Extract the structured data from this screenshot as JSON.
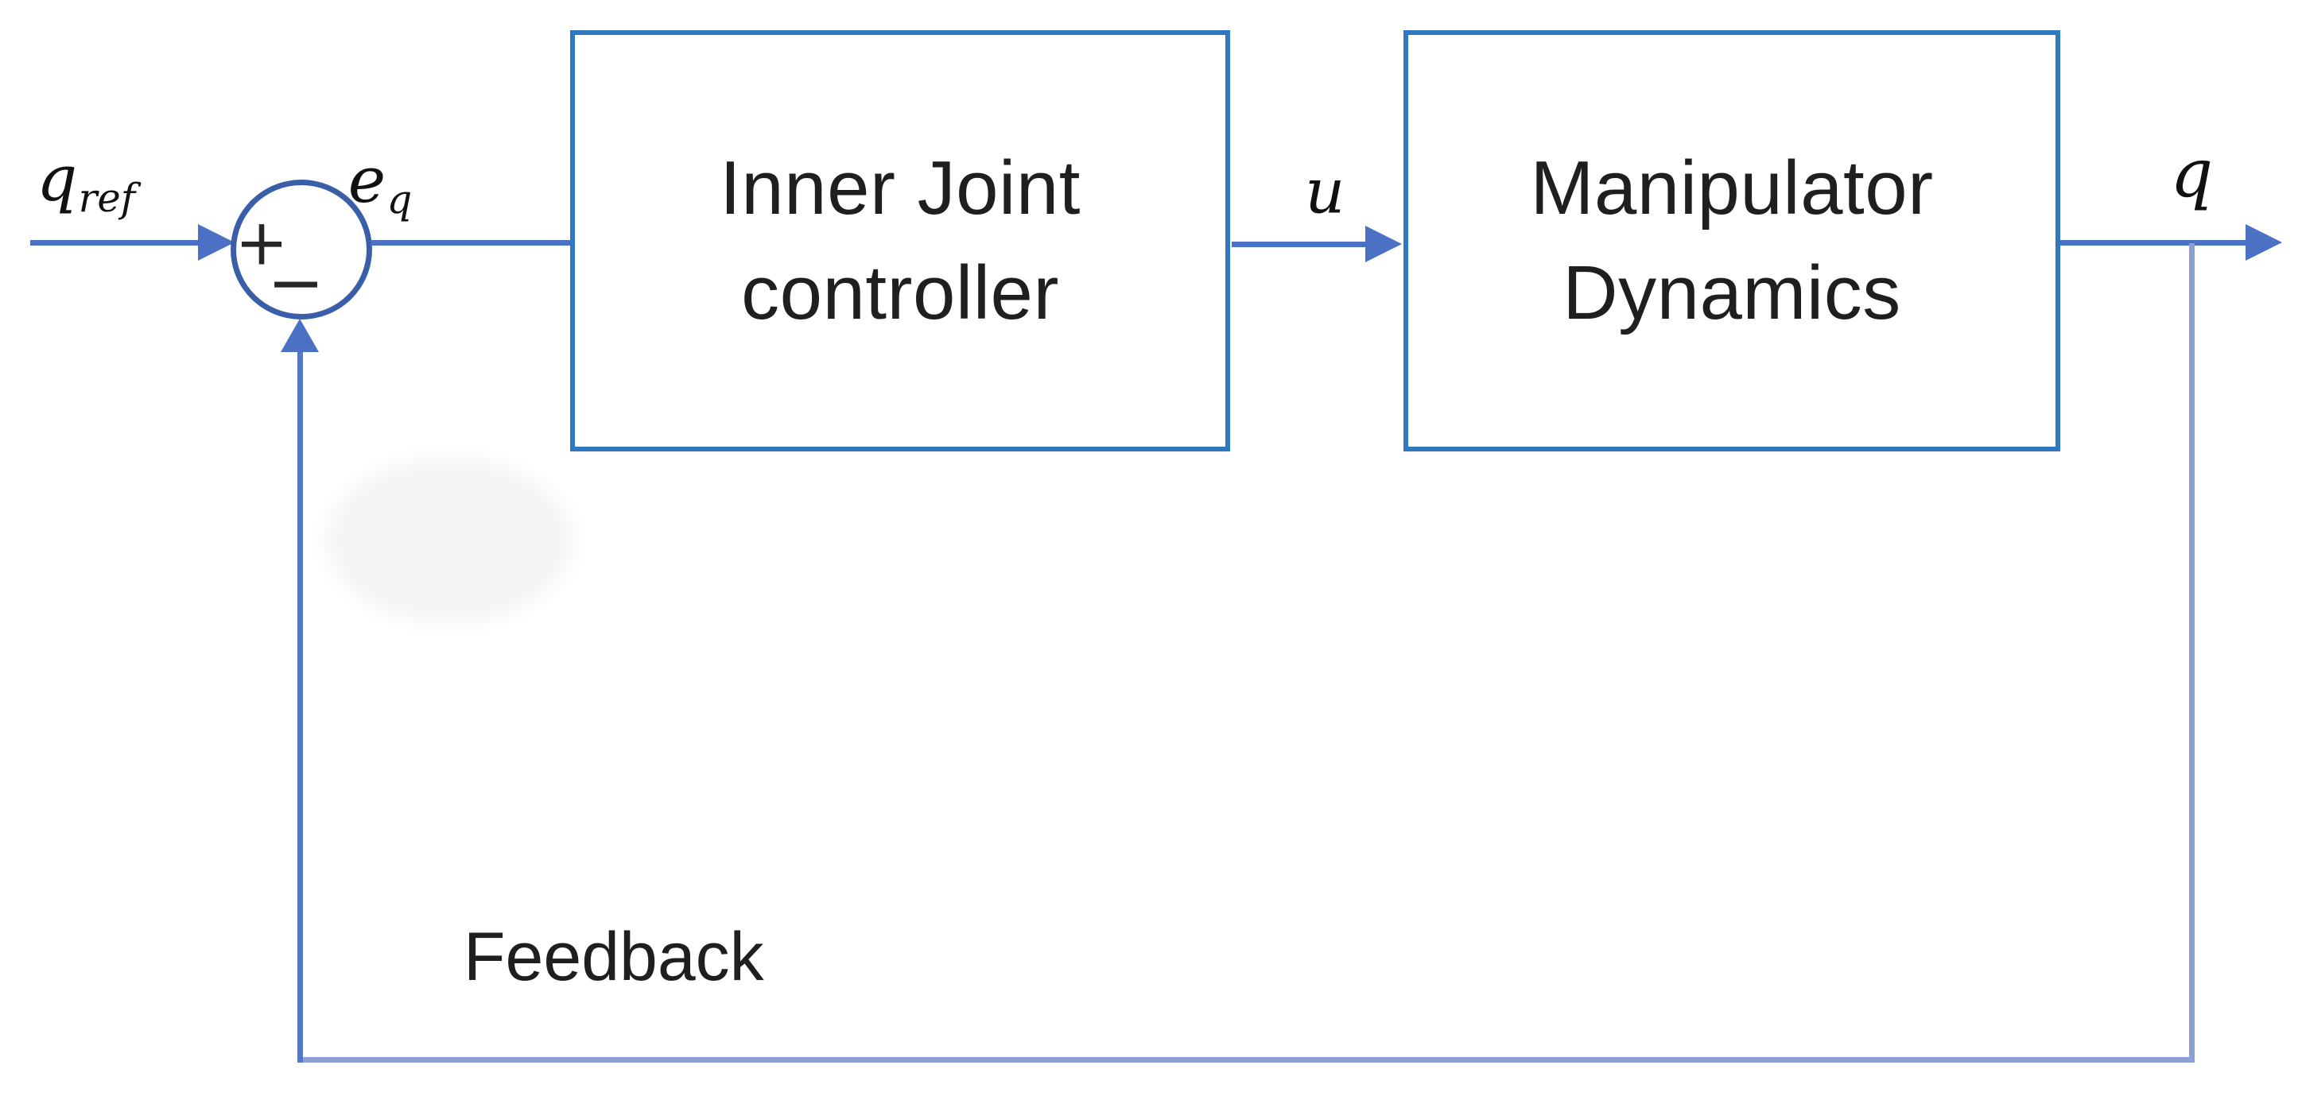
{
  "diagram": {
    "sum_junction": {
      "plus": "+",
      "minus": "−"
    },
    "labels": {
      "reference": {
        "base": "q",
        "sub": "ref"
      },
      "error": {
        "base": "e",
        "sub": "q"
      },
      "control": {
        "base": "u",
        "sub": ""
      },
      "output": {
        "base": "q",
        "sub": ""
      },
      "feedback": "Feedback"
    },
    "blocks": [
      {
        "id": "inner-joint-controller",
        "lines": [
          "Inner Joint",
          "controller"
        ]
      },
      {
        "id": "manipulator-dynamics",
        "lines": [
          "Manipulator",
          "Dynamics"
        ]
      }
    ],
    "colors": {
      "connector": "#4A71C4",
      "feedback_light": "#8CA0D6",
      "feedback_riser": "#5677C5",
      "block_border": "#2E79C2",
      "junction_stroke": "#3A5EA8",
      "text": "#1F1F1F",
      "sign": "#262626"
    }
  }
}
